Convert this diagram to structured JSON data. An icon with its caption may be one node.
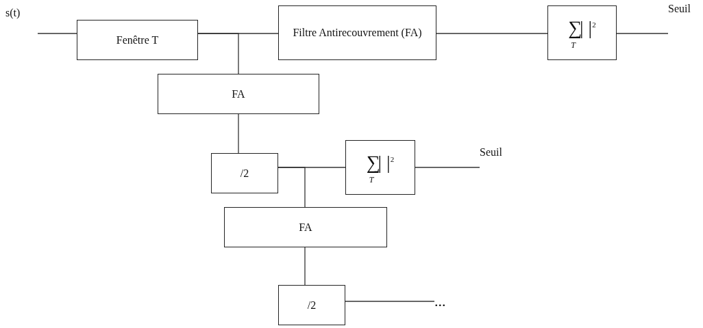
{
  "diagram": {
    "nodes": [
      {
        "text": [
          "s(t)"
        ]
      },
      {
        "text": [
          "Fenêtre T"
        ]
      },
      {
        "text": [
          "Filtre Antirecouvrement (FA)"
        ]
      },
      {
        "text": [
          "∑$_{T}$| |$^{2}$"
        ]
      },
      {
        "text": [
          "Seuil"
        ]
      },
      {
        "text": [
          "FA"
        ]
      },
      {
        "text": [
          "/2"
        ]
      },
      {
        "text": [
          "∑$_{T}$| |$^{2}$"
        ]
      },
      {
        "text": [
          "Seuil"
        ]
      },
      {
        "text": [
          "FA"
        ]
      },
      {
        "text": [
          "/2"
        ]
      },
      {
        "text": [
          "..."
        ]
      }
    ],
    "edges": [
      {
        "from": 0,
        "to": 1,
        "arrow": "none"
      },
      {
        "from": 1,
        "to": 2,
        "arrow": "none"
      },
      {
        "from": 1,
        "to": 5,
        "arrow": "none"
      },
      {
        "from": 2,
        "to": 3,
        "arrow": "none"
      },
      {
        "from": 3,
        "to": 4,
        "arrow": "none"
      },
      {
        "from": 5,
        "to": 6,
        "arrow": "none"
      },
      {
        "from": 6,
        "to": 7,
        "arrow": "none"
      },
      {
        "from": 6,
        "to": 9,
        "arrow": "none"
      },
      {
        "from": 7,
        "to": 8,
        "arrow": "none"
      },
      {
        "from": 9,
        "to": 10,
        "arrow": "none"
      },
      {
        "from": 10,
        "to": 11,
        "arrow": "none"
      }
    ]
  }
}
